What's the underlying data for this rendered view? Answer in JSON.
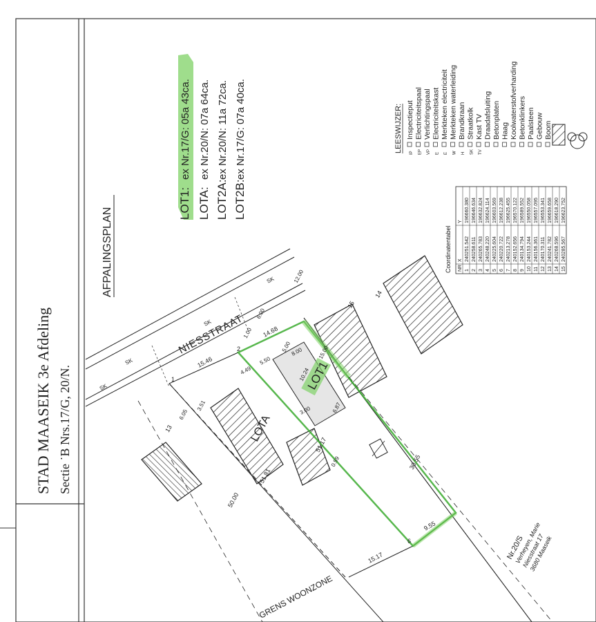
{
  "title": {
    "line1": "STAD MAASEIK 3e Afdeling",
    "line2": "Sectie ˙B   Nrs.17/G, 20/N."
  },
  "plan_title": "AFPALINGSPLAN",
  "lots": [
    {
      "label": "LOT1:",
      "text": "ex Nr.17/G: 05a 43ca."
    },
    {
      "label": "LOTA:",
      "text": "ex Nr.20/N: 07a 64ca."
    },
    {
      "label": "LOT2A:",
      "text": "ex Nr.20/N: 11a 72ca."
    },
    {
      "label": "LOT2B:",
      "text": "ex Nr.17/G: 07a 40ca."
    }
  ],
  "legend": {
    "title": "LEESWIJZER:",
    "items": [
      {
        "code": "IP",
        "label": "Inspectieput"
      },
      {
        "code": "EP",
        "label": "Electriciteitspaal"
      },
      {
        "code": "VP",
        "label": "Verlichtingspaal"
      },
      {
        "code": "E",
        "label": "Electriciteitskast"
      },
      {
        "code": "E",
        "label": "Merkteken electriciteit"
      },
      {
        "code": "W",
        "label": "Merkteken waterleiding"
      },
      {
        "code": "H",
        "label": "Brandkraan"
      },
      {
        "code": "SK",
        "label": "Straatkolk"
      },
      {
        "code": "TV",
        "label": "Kast TV"
      },
      {
        "code": "",
        "label": "Draadafsluiting"
      },
      {
        "code": "",
        "label": "Betonplaten"
      },
      {
        "code": "",
        "label": "Haag"
      },
      {
        "code": "",
        "label": "Koolwaterstofverharding"
      },
      {
        "code": "",
        "label": "Betonklinkers"
      },
      {
        "code": "",
        "label": "Paalsteen"
      },
      {
        "code": "",
        "label": "Gebouw"
      },
      {
        "code": "",
        "label": "Boom"
      }
    ]
  },
  "coord_table": {
    "title": "Coordinatentabel",
    "headers": [
      "NR",
      "X",
      "Y"
    ],
    "rows": [
      [
        "1",
        "240251.542",
        "196660.380"
      ],
      [
        "2",
        "240258.611",
        "196646.634"
      ],
      [
        "3",
        "240265.783",
        "196632.824"
      ],
      [
        "4",
        "240248.220",
        "196624.114"
      ],
      [
        "5",
        "240225.604",
        "196603.569"
      ],
      [
        "6",
        "240220.722",
        "196612.238"
      ],
      [
        "7",
        "240213.278",
        "196625.455"
      ],
      [
        "8",
        "240152.656",
        "196570.122"
      ],
      [
        "9",
        "240134.794",
        "196589.552"
      ],
      [
        "10",
        "240153.244",
        "196550.058"
      ],
      [
        "11",
        "240156.361",
        "196557.095"
      ],
      [
        "12",
        "240170.311",
        "196553.341"
      ],
      [
        "13",
        "240241.782",
        "196659.658"
      ],
      [
        "14",
        "240268.596",
        "196618.290"
      ],
      [
        "15",
        "240285.567",
        "196623.752"
      ]
    ]
  },
  "street": "NIESSTRAAT",
  "zone": "GRENS WOONZONE",
  "owner": {
    "parcel": "Nr.20/S",
    "name": "Verheyen, Marie",
    "address": "Niesstraat 17",
    "city": "3680 Maaseik"
  },
  "parcel_labels": {
    "lot1": "LOT1",
    "lota": "LOTA"
  },
  "point_numbers": [
    "1",
    "2",
    "6",
    "13",
    "14",
    "15"
  ],
  "dimensions": [
    "15.46",
    "14.68",
    "5.50",
    "8.00",
    "4.49",
    "51.17",
    "30.55",
    "9.55",
    "15.17",
    "51.81",
    "50.00",
    "6.05",
    "3.51",
    "1.00",
    "6.00",
    "12.00",
    "10.24",
    "15.00",
    "6.87",
    "3.00",
    "5.00",
    "0.59"
  ],
  "colors": {
    "highlight": "#7fd166",
    "boundary": "#3aaa2e",
    "ink": "#222222"
  }
}
